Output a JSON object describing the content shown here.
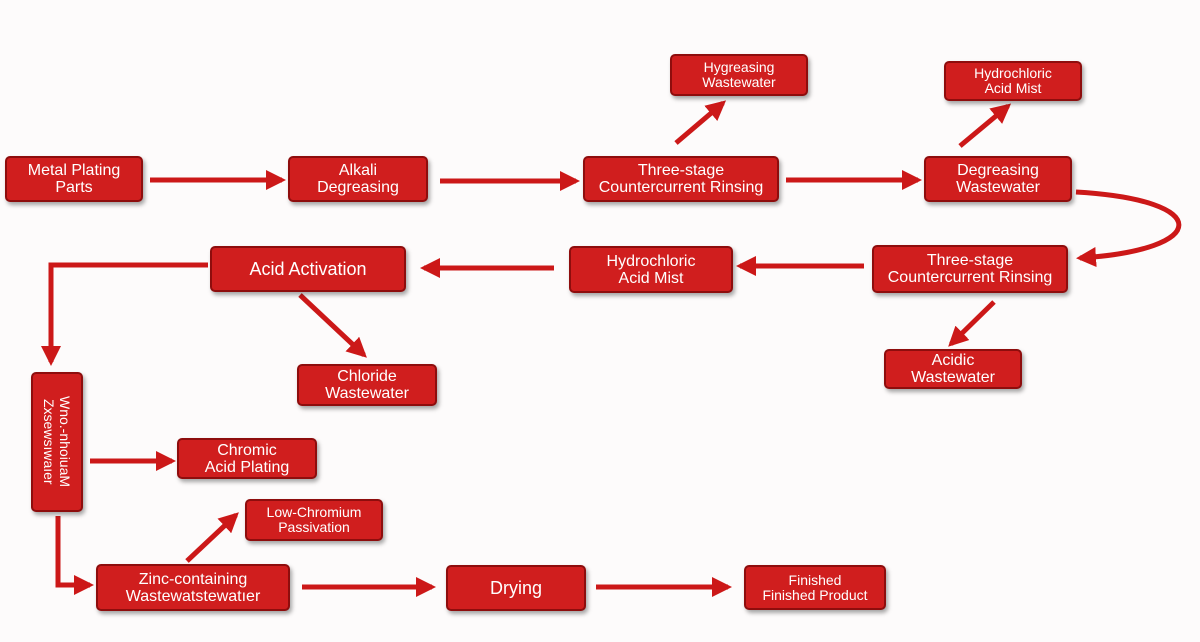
{
  "colors": {
    "box_fill": "#d01e1e",
    "box_border": "#8e0d0d",
    "arrow": "#cc1818",
    "text": "#ffffff",
    "background": "#fdfbfb"
  },
  "nodes": {
    "metal_plating_parts": {
      "line1": "Metal Plating",
      "line2": "Parts"
    },
    "alkali_degreasing": {
      "line1": "Alkali",
      "line2": "Degreasing"
    },
    "rinsing_top": {
      "line1": "Three-stage",
      "line2": "Countercurrent Rinsing"
    },
    "degreasing_wastewater": {
      "line1": "Degreasing",
      "line2": "Wastewater"
    },
    "hygreasing_wastewater": {
      "line1": "Hygreasing",
      "line2": "Wastewater"
    },
    "hcl_mist_top": {
      "line1": "Hydrochloric",
      "line2": "Acid Mist"
    },
    "rinsing_mid": {
      "line1": "Three-stage",
      "line2": "Countercurrent Rinsing"
    },
    "acidic_wastewater": {
      "line1": "Acidic",
      "line2": "Wastewater"
    },
    "hcl_mist_mid": {
      "line1": "Hydrochloric",
      "line2": "Acid Mist"
    },
    "acid_activation": {
      "label": "Acid Activation"
    },
    "chloride_wastewater": {
      "line1": "Chloride",
      "line2": "Wastewater"
    },
    "vertical_box": {
      "line1": "Wno.-nhoiuaM",
      "line2": "Zxsewsıwaıer"
    },
    "chromic_acid_plating": {
      "line1": "Chromic",
      "line2": "Acid Plating"
    },
    "low_chromium_passivation": {
      "line1": "Low-Chromium",
      "line2": "Passivation"
    },
    "zinc_wastewater": {
      "line1": "Zinc-containing",
      "line2": "Wastewatstewatıer"
    },
    "drying": {
      "label": "Drying"
    },
    "finished_product": {
      "line1": "Finished",
      "line2": "Finished Product"
    }
  }
}
